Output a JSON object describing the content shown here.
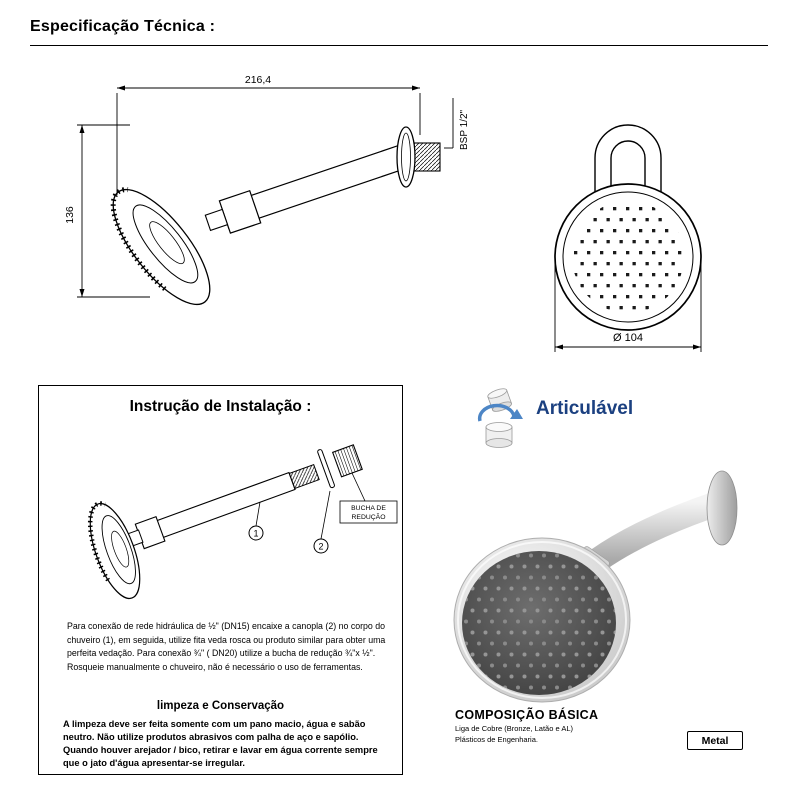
{
  "header": {
    "title": "Especificação Técnica :"
  },
  "side_view": {
    "width_dim": "216,4",
    "height_dim": "136",
    "thread_label": "BSP 1/2\""
  },
  "front_view": {
    "diameter_dim": "Ø 104"
  },
  "installation": {
    "title": "Instrução de Instalação :",
    "part1_label": "1",
    "part2_label": "2",
    "bucha_line1": "BUCHA DE",
    "bucha_line2": "REDUÇÃO",
    "instructions": "Para conexão de rede hidráulica de ½\" (DN15) encaixe a canopla (2) no corpo do chuveiro (1), em seguida, utilize fita veda rosca ou produto similar para obter uma perfeita vedação. Para conexão ¾\" ( DN20) utilize a bucha de redução ¾\"x ½\".  Rosqueie manualmente o chuveiro, não é necessário o uso de ferramentas.",
    "cleaning_title": "limpeza e Conservação",
    "cleaning_text": "A limpeza deve ser feita somente com um pano macio, água e sabão neutro. Não utilize produtos abrasivos com palha de aço e sapólio. Quando houver arejador / bico, retirar e lavar em água corrente sempre que o jato d'água apresentar-se irregular."
  },
  "product": {
    "feature_label": "Articulável",
    "composition_title": "COMPOSIÇÃO BÁSICA",
    "composition_line1": "Liga de Cobre (Bronze, Latão e AL)",
    "composition_line2": "Plásticos de Engenharia.",
    "material_badge": "Metal"
  },
  "colors": {
    "accent_blue": "#1b4080",
    "line_black": "#000000"
  }
}
